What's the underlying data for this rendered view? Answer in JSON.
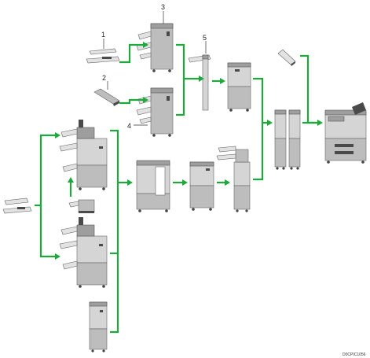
{
  "callouts": {
    "c1": "1",
    "c2": "2",
    "c3": "3",
    "c4": "4",
    "c5": "5"
  },
  "figure_code": "D0CPIC1056",
  "colors": {
    "arrow": "#1fa83c",
    "device_light": "#d5d5d5",
    "device_mid": "#bdbdbd",
    "device_dark": "#9e9e9e"
  }
}
